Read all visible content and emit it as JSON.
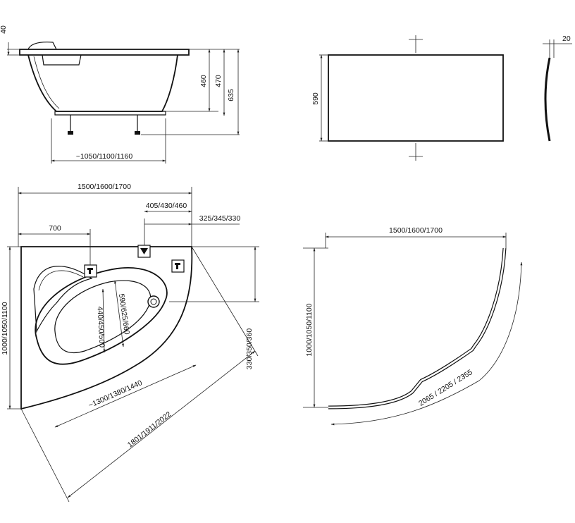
{
  "dimensions": {
    "rim_40": "40",
    "h_460": "460",
    "h_470": "470",
    "h_635": "635",
    "leg_span": "~1050/1100/1160",
    "panel_590": "590",
    "panel_20": "20",
    "len_top": "1500/1600/1700",
    "tap_405": "405/430/460",
    "tap_325": "325/345/330",
    "left_700": "700",
    "inner_590": "590/625/660",
    "inner_440": "440/450/500",
    "inner_1300": "~1300/1380/1440",
    "diag_1801": "1801/1911/2022",
    "side_330": "330/350/360",
    "width_1000": "1000/1050/1100",
    "panel_len": "1500/1600/1700",
    "panel_width": "1000/1050/1100",
    "panel_arc": "2065 / 2205 / 2355"
  },
  "icons": [
    "faucet-icon",
    "drain-outlet-icon",
    "faucet-icon"
  ]
}
